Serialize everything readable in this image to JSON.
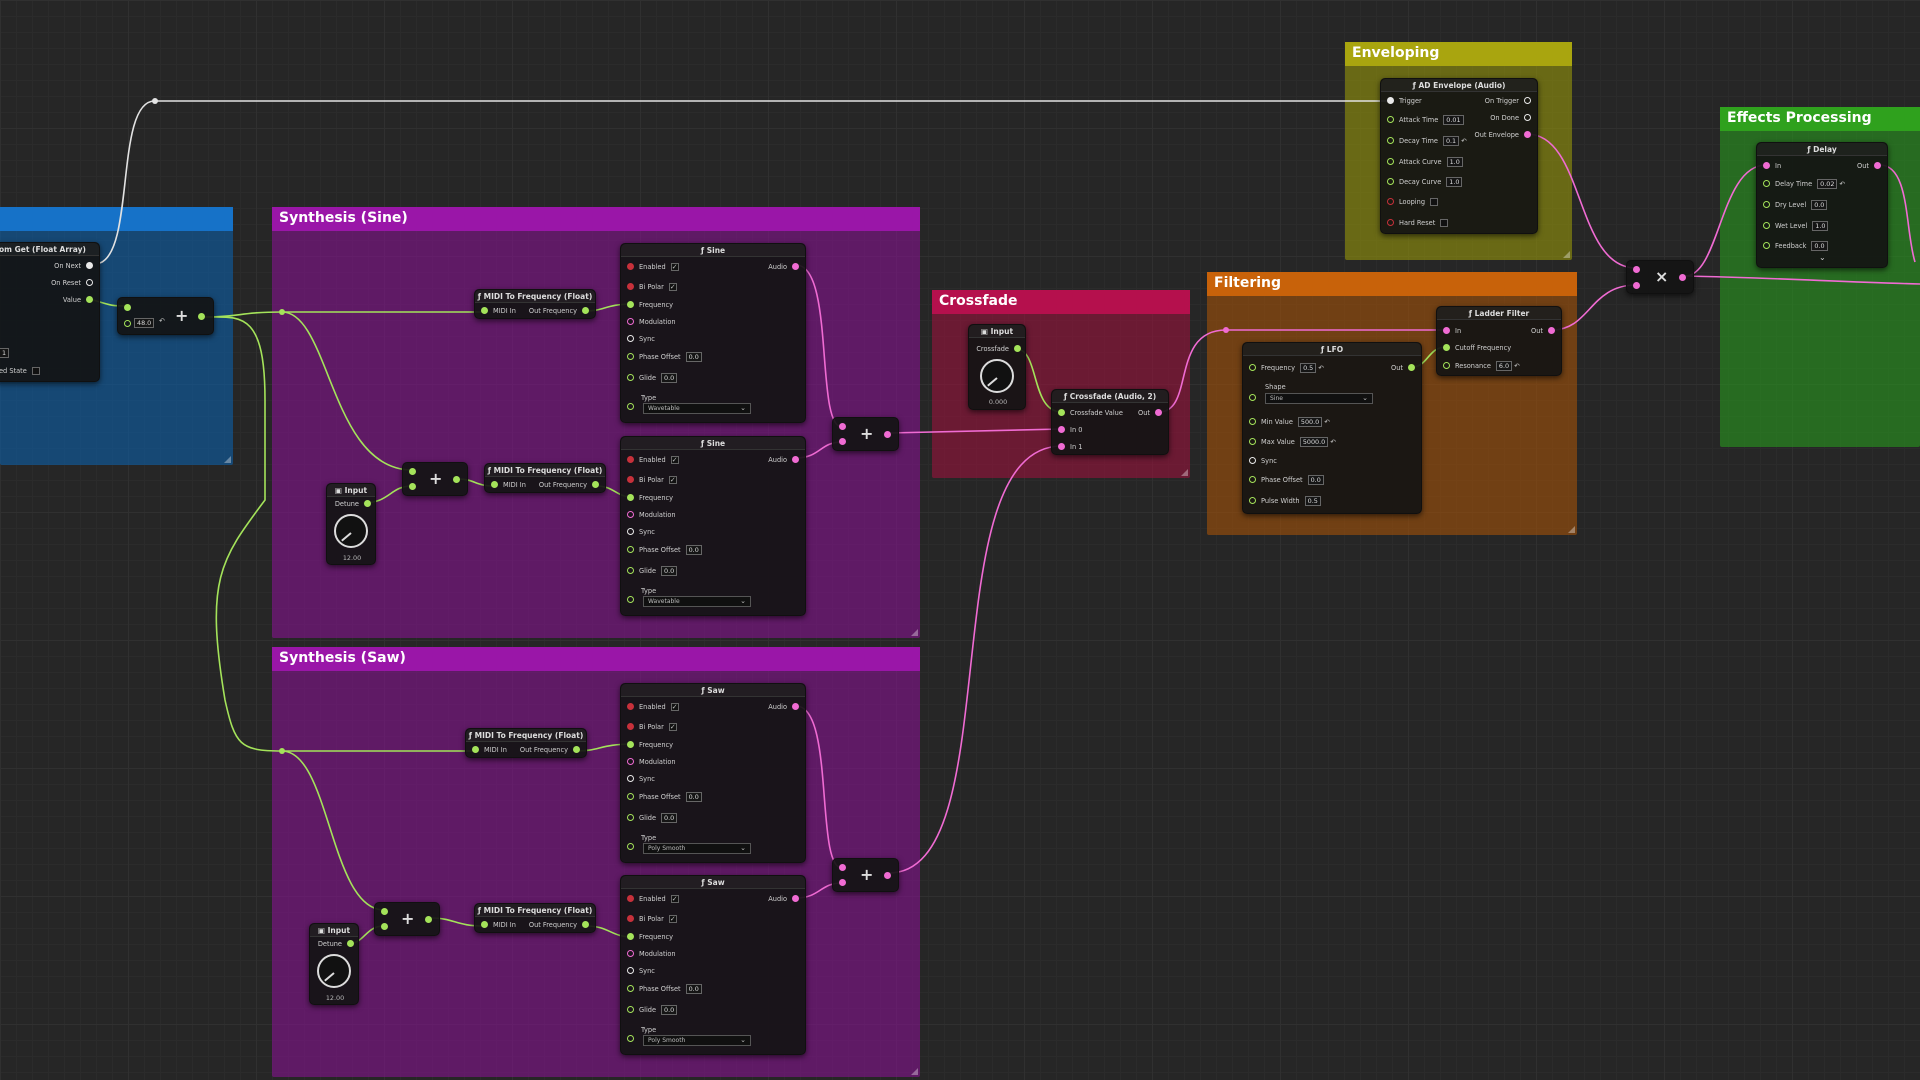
{
  "colors": {
    "audio": "#f06bd3",
    "float": "#a4e35a",
    "exec": "#e9e9e9",
    "bool": "#c7313b",
    "bg": "#262626"
  },
  "comments": {
    "synth_sine": "Synthesis (Sine)",
    "synth_saw": "Synthesis (Saw)",
    "crossfade": "Crossfade",
    "filtering": "Filtering",
    "enveloping": "Enveloping",
    "effects": "Effects Processing"
  },
  "random_get": {
    "title": "om Get (Float Array)",
    "on_next": "On Next",
    "on_reset": "On Reset",
    "value": "Value",
    "seed_val": "1",
    "shared_state": "ed State"
  },
  "add_node": {
    "value": "48.0",
    "symbol": "+"
  },
  "mtof": {
    "title": "ƒ MIDI To Frequency (Float)",
    "midi_in": "MIDI In",
    "out": "Out Frequency"
  },
  "sine": {
    "title": "ƒ Sine",
    "enabled": "Enabled",
    "bipolar": "Bi Polar",
    "frequency": "Frequency",
    "modulation": "Modulation",
    "sync": "Sync",
    "phase_offset": "Phase Offset",
    "phase_val": "0.0",
    "glide": "Glide",
    "glide_val": "0.0",
    "type": "Type",
    "type_val": "Wavetable",
    "audio": "Audio",
    "check": "✓"
  },
  "saw": {
    "title": "ƒ Saw",
    "type_val": "Poly Smooth"
  },
  "input_knob": {
    "title": "Input",
    "detune": "Detune",
    "detune_val": "12.00",
    "crossfade": "Crossfade",
    "crossfade_val": "0.000"
  },
  "crossfade_node": {
    "title": "ƒ Crossfade (Audio, 2)",
    "value": "Crossfade Value",
    "in0": "In 0",
    "in1": "In 1",
    "out": "Out"
  },
  "lfo": {
    "title": "ƒ LFO",
    "frequency": "Frequency",
    "freq_val": "0.5",
    "shape": "Shape",
    "shape_val": "Sine",
    "min": "Min Value",
    "min_val": "500.0",
    "max": "Max Value",
    "max_val": "5000.0",
    "sync": "Sync",
    "phase": "Phase Offset",
    "phase_val": "0.0",
    "pulse": "Pulse Width",
    "pulse_val": "0.5",
    "out": "Out"
  },
  "ladder": {
    "title": "ƒ Ladder Filter",
    "in": "In",
    "cutoff": "Cutoff Frequency",
    "resonance": "Resonance",
    "res_val": "6.0",
    "out": "Out"
  },
  "envelope": {
    "title": "ƒ AD Envelope (Audio)",
    "trigger": "Trigger",
    "attack": "Attack Time",
    "attack_val": "0.01",
    "decay": "Decay Time",
    "decay_val": "0.1",
    "attack_curve": "Attack Curve",
    "attack_curve_val": "1.0",
    "decay_curve": "Decay Curve",
    "decay_curve_val": "1.0",
    "looping": "Looping",
    "hard_reset": "Hard Reset",
    "on_trigger": "On Trigger",
    "on_done": "On Done",
    "out_env": "Out Envelope"
  },
  "multiply": {
    "symbol": "×"
  },
  "delay": {
    "title": "ƒ Delay",
    "in": "In",
    "delay_time": "Delay Time",
    "delay_val": "0.02",
    "dry": "Dry Level",
    "dry_val": "0.0",
    "wet": "Wet Level",
    "wet_val": "1.0",
    "feedback": "Feedback",
    "feedback_val": "0.0",
    "out": "Out"
  }
}
